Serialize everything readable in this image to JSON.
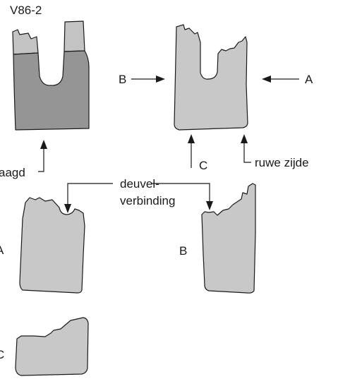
{
  "figure": {
    "title": "V86-2",
    "labels": {
      "sawn_partial": "aagd",
      "view_b": "B",
      "view_a": "A",
      "view_c": "C",
      "rough_side": "ruwe zijde",
      "dowel_line1": "deuvel-",
      "dowel_line2": "verbinding",
      "fragment_a": "A",
      "fragment_b": "B",
      "fragment_c": "C"
    },
    "colors": {
      "light_fill": "#c3c3c3",
      "dark_fill": "#959595",
      "stroke": "#1a1a1a"
    }
  }
}
